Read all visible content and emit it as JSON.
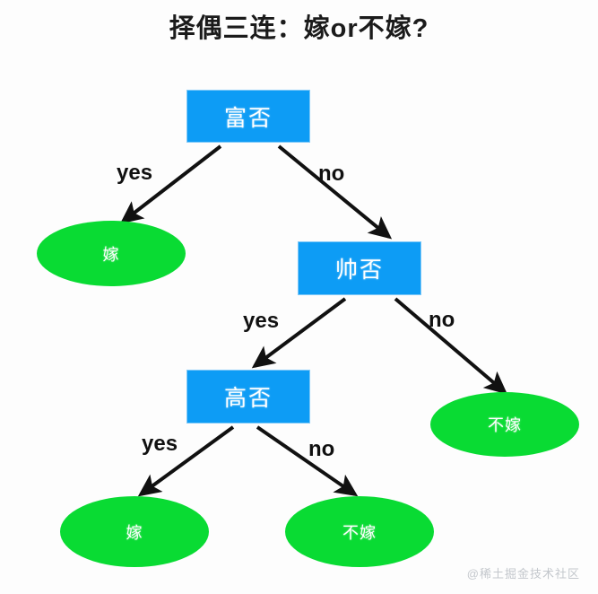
{
  "title": "择偶三连：嫁or不嫁?",
  "watermark": "@稀土掘金技术社区",
  "colors": {
    "decision_fill": "#0d9cf5",
    "decision_border": "#7fc9f8",
    "leaf_fill": "#09db33",
    "node_text": "#ffffff",
    "edge_label_text": "#111111",
    "arrow": "#111111",
    "background": "#fdfdfd",
    "watermark_text": "#c3c7cc"
  },
  "diagram": {
    "type": "decision-tree",
    "nodes": {
      "decisions": [
        {
          "id": "fu",
          "label": "富否",
          "shape": "rectangle"
        },
        {
          "id": "shuai",
          "label": "帅否",
          "shape": "rectangle"
        },
        {
          "id": "gao",
          "label": "高否",
          "shape": "rectangle"
        }
      ],
      "leaves": [
        {
          "id": "leaf1",
          "label": "嫁",
          "shape": "ellipse"
        },
        {
          "id": "leaf2",
          "label": "不嫁",
          "shape": "ellipse"
        },
        {
          "id": "leaf3",
          "label": "嫁",
          "shape": "ellipse"
        },
        {
          "id": "leaf4",
          "label": "不嫁",
          "shape": "ellipse"
        }
      ]
    },
    "edges": [
      {
        "from": "fu",
        "to": "leaf1",
        "label": "yes"
      },
      {
        "from": "fu",
        "to": "shuai",
        "label": "no"
      },
      {
        "from": "shuai",
        "to": "gao",
        "label": "yes"
      },
      {
        "from": "shuai",
        "to": "leaf2",
        "label": "no"
      },
      {
        "from": "gao",
        "to": "leaf3",
        "label": "yes"
      },
      {
        "from": "gao",
        "to": "leaf4",
        "label": "no"
      }
    ]
  }
}
